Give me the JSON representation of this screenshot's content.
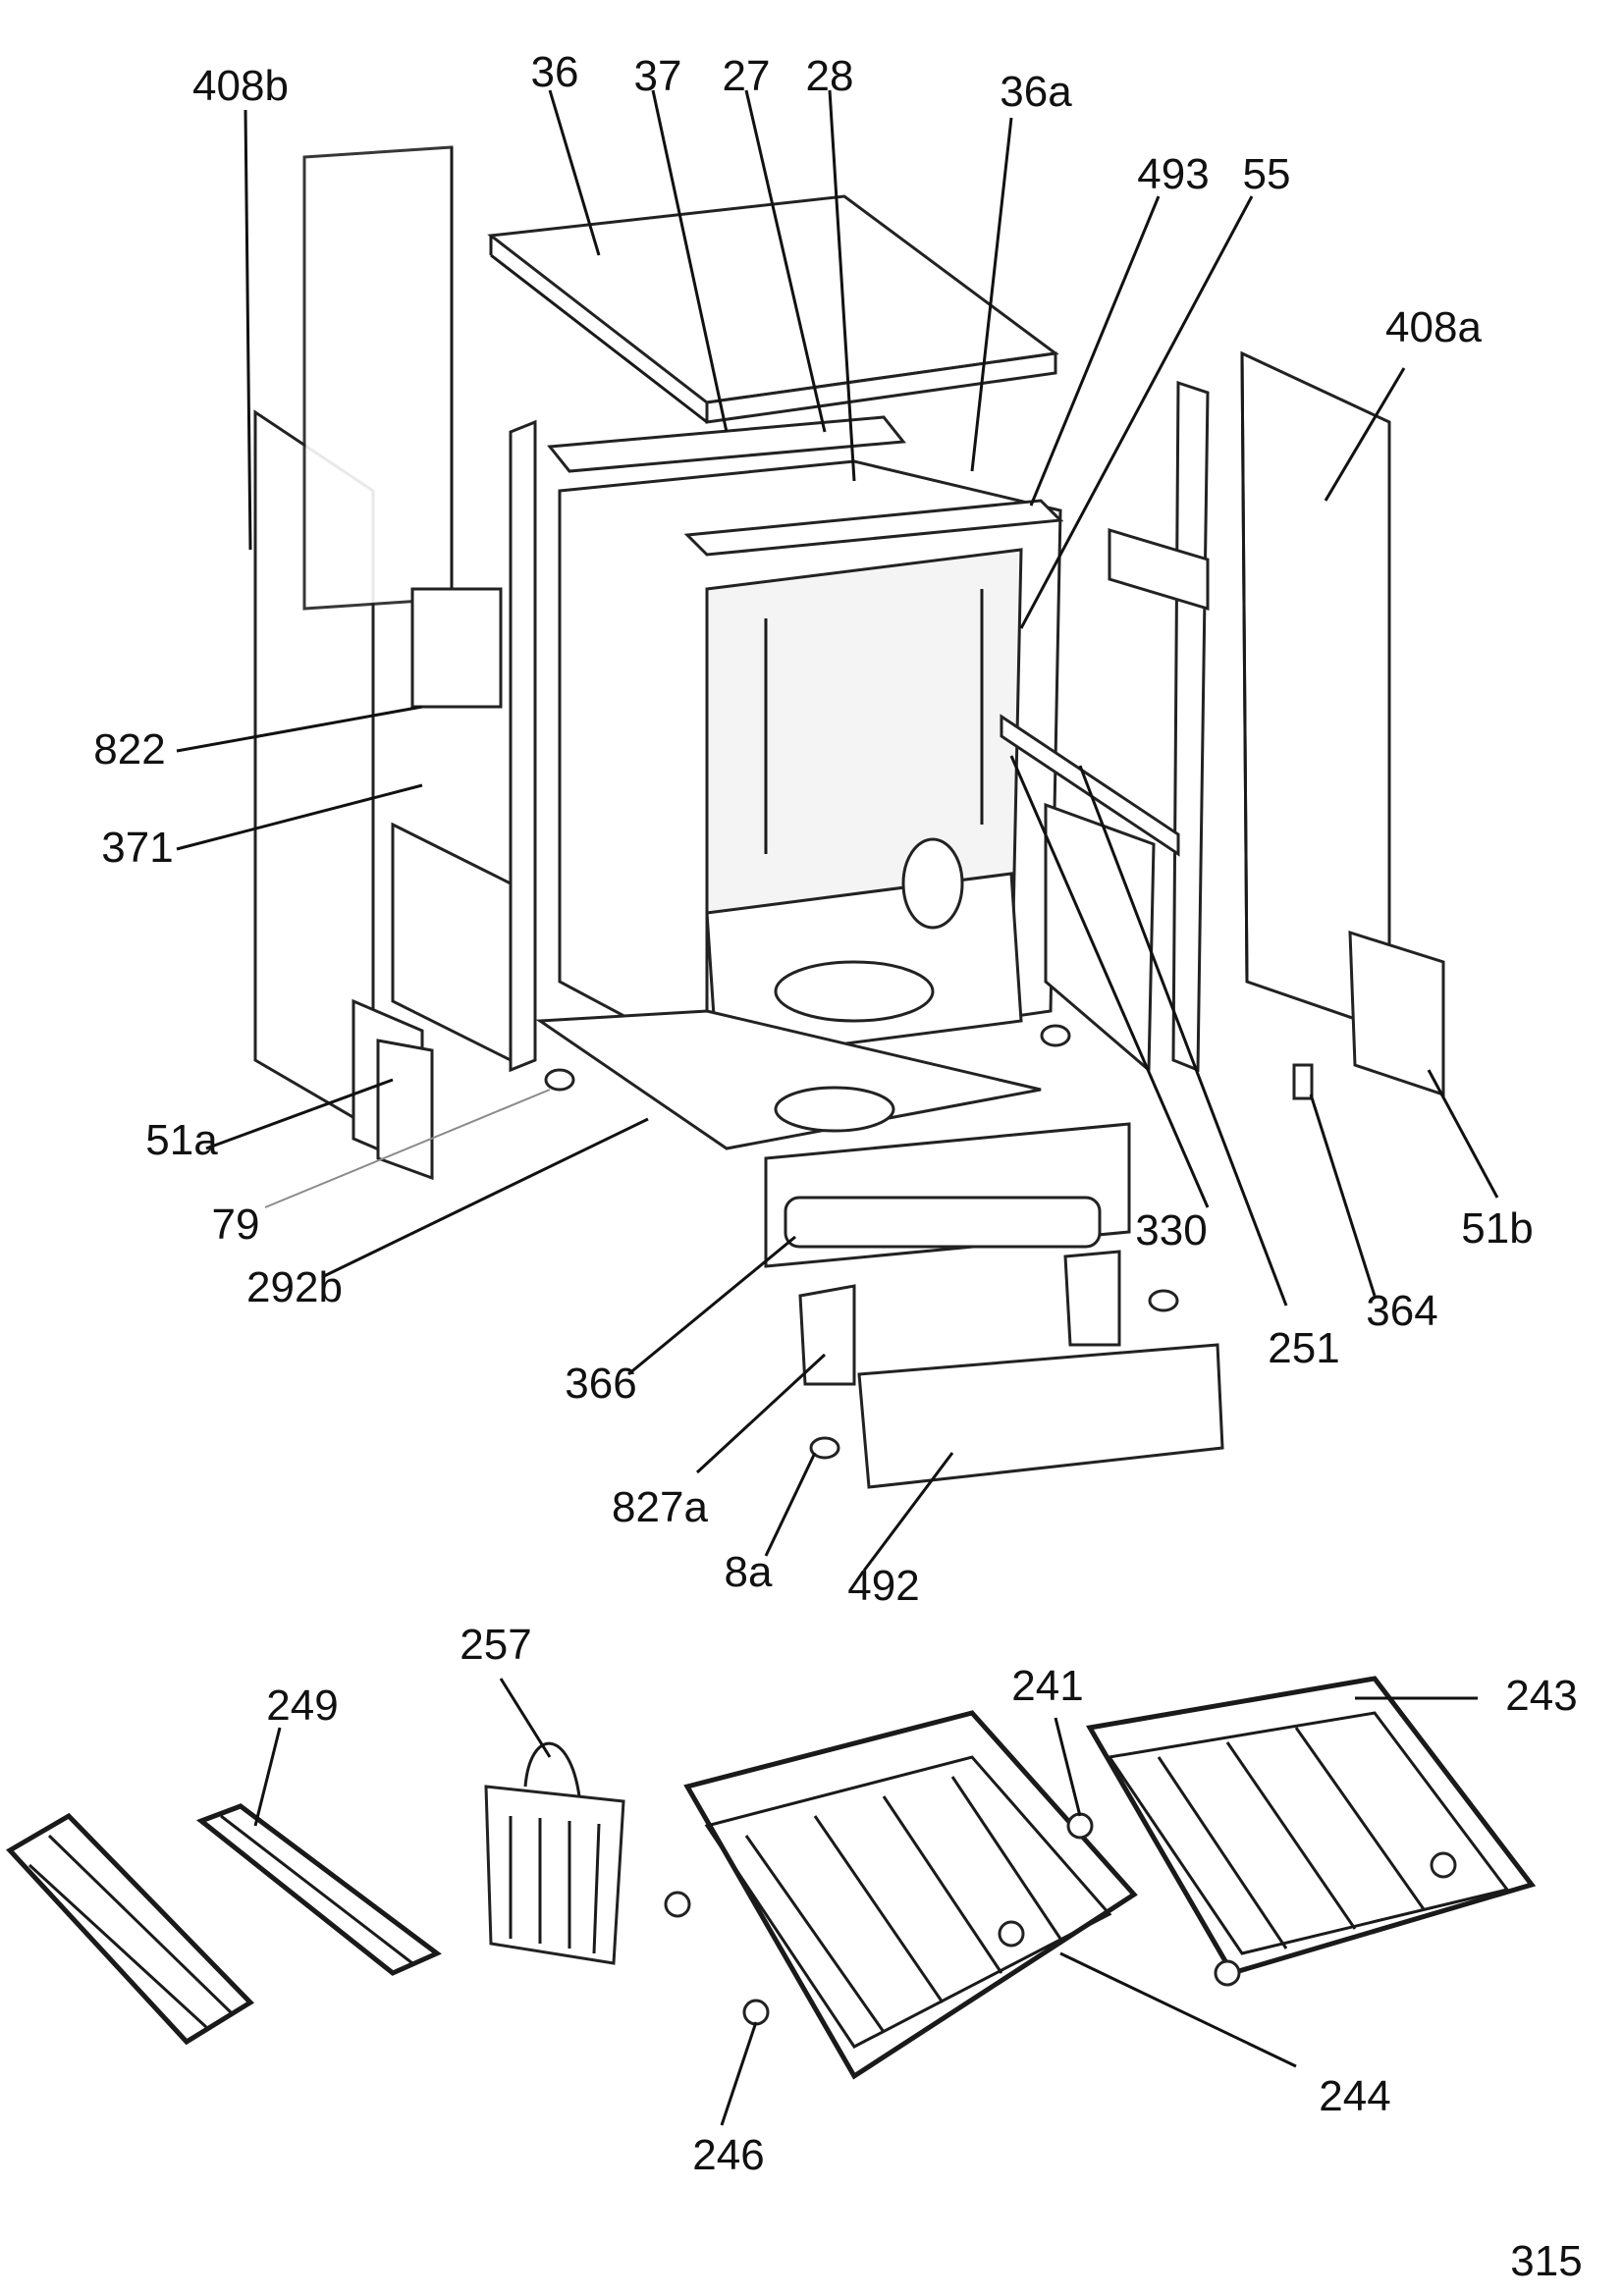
{
  "diagram": {
    "part_labels": {
      "p408b": "408b",
      "p36": "36",
      "p37": "37",
      "p27": "27",
      "p28": "28",
      "p36a": "36a",
      "p493": "493",
      "p55": "55",
      "p408a": "408a",
      "p822": "822",
      "p371": "371",
      "p51a": "51a",
      "p79": "79",
      "p292b": "292b",
      "p330": "330",
      "p51b": "51b",
      "p364": "364",
      "p251": "251",
      "p366": "366",
      "p827a": "827a",
      "p8a": "8a",
      "p492": "492",
      "p257": "257",
      "p249": "249",
      "p241": "241",
      "p243": "243",
      "p244": "244",
      "p246": "246"
    },
    "page_number": "315"
  }
}
